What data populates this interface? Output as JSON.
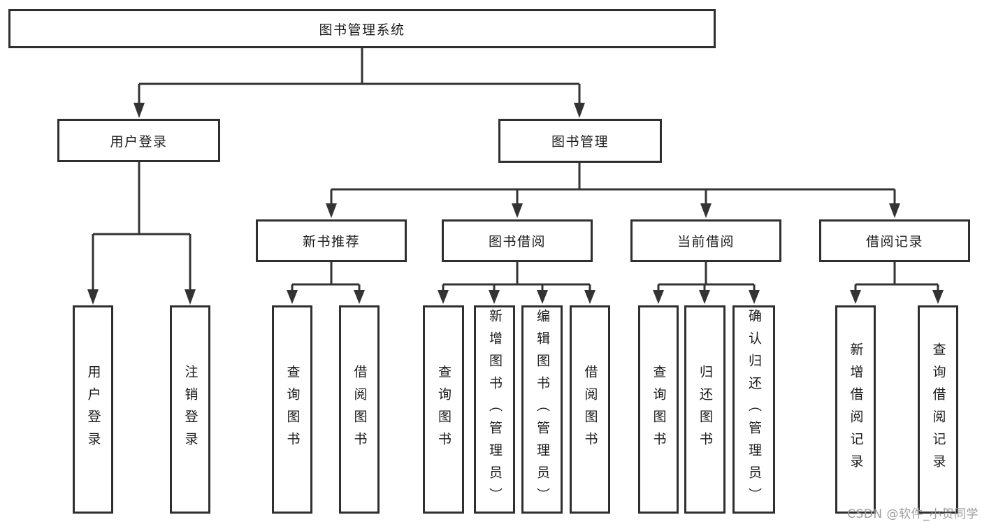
{
  "diagram": {
    "type": "tree-diagram",
    "root": {
      "label": "图书管理系统"
    },
    "branches": [
      {
        "label": "用户登录",
        "children": [
          {
            "label": "用户登录"
          },
          {
            "label": "注销登录"
          }
        ]
      },
      {
        "label": "图书管理",
        "groups": [
          {
            "label": "新书推荐",
            "children": [
              {
                "label": "查询图书"
              },
              {
                "label": "借阅图书"
              }
            ]
          },
          {
            "label": "图书借阅",
            "children": [
              {
                "label": "查询图书"
              },
              {
                "label": "新增图书（管理员）"
              },
              {
                "label": "编辑图书（管理员）"
              },
              {
                "label": "借阅图书"
              }
            ]
          },
          {
            "label": "当前借阅",
            "children": [
              {
                "label": "查询图书"
              },
              {
                "label": "归还图书"
              },
              {
                "label": "确认归还（管理员）"
              }
            ]
          },
          {
            "label": "借阅记录",
            "children": [
              {
                "label": "新增借阅记录"
              },
              {
                "label": "查询借阅记录"
              }
            ]
          }
        ]
      }
    ]
  },
  "watermark": {
    "text": "CSDN @软件_小贺同学"
  },
  "colors": {
    "line": "#333333",
    "box_border": "#2f2f2f",
    "text": "#1b1b1b",
    "watermark": "#9b9ba1",
    "background": "#ffffff"
  }
}
